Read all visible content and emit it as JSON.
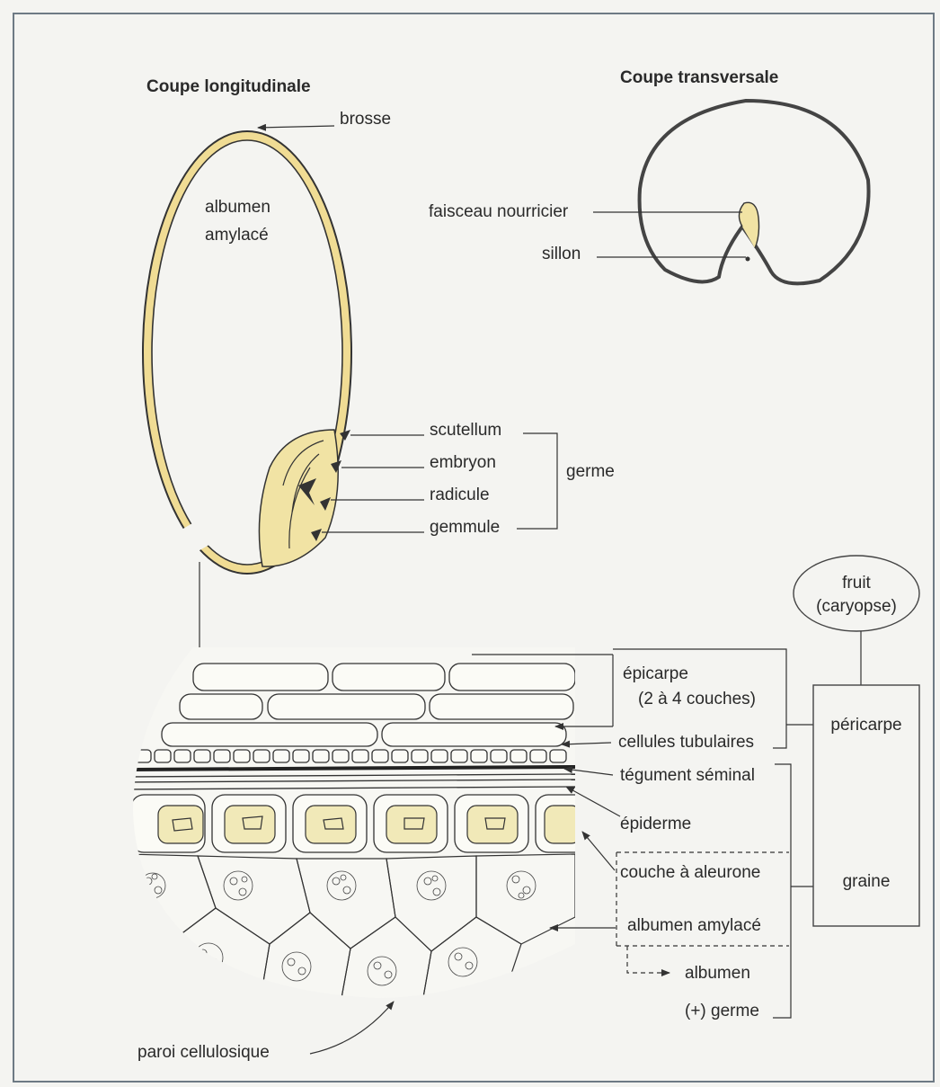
{
  "titles": {
    "longitudinal": "Coupe longitudinale",
    "transversal": "Coupe transversale"
  },
  "longitudinal_labels": {
    "brosse": "brosse",
    "albumen": "albumen",
    "amylace": "amylacé",
    "scutellum": "scutellum",
    "embryon": "embryon",
    "radicule": "radicule",
    "gemmule": "gemmule",
    "germe": "germe"
  },
  "transversal_labels": {
    "faisceau": "faisceau nourricier",
    "sillon": "sillon"
  },
  "tissue_labels": {
    "epicarpe": "épicarpe",
    "epicarpe_couches": "(2 à 4 couches)",
    "cellules_tubulaires": "cellules tubulaires",
    "tegument": "tégument séminal",
    "epiderme": "épiderme",
    "aleurone": "couche à aleurone",
    "albumen_amylace": "albumen amylacé",
    "albumen": "albumen",
    "plus_germe": "(+) germe",
    "paroi": "paroi cellulosique"
  },
  "hierarchy": {
    "fruit": "fruit",
    "caryopse": "(caryopse)",
    "pericarpe": "péricarpe",
    "graine": "graine"
  },
  "colors": {
    "seed_fill": "#f1e3a4",
    "outline": "#333333",
    "frame": "#6e7a84"
  }
}
